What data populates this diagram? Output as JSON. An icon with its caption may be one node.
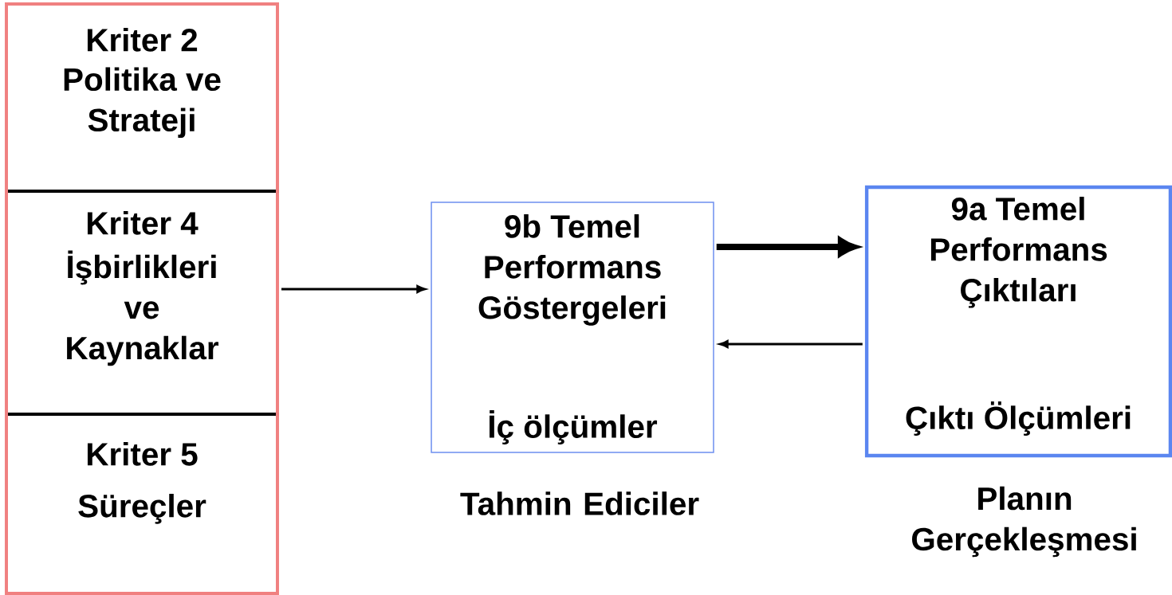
{
  "diagram": {
    "nodes": [
      {
        "text": [],
        "shape": "box"
      },
      {
        "text": [
          "Kriter 2",
          "Politika ve Strateji"
        ],
        "in": 0
      },
      {
        "text": [
          "Kriter 4",
          "İşbirlikleri ve Kaynaklar"
        ],
        "in": 0
      },
      {
        "text": [
          "Kriter 5",
          "Süreçler"
        ],
        "in": 0
      },
      {
        "text": [
          "9b Temel Performans Göstergeleri",
          "İç ölçümler"
        ],
        "beside": [
          "Tahmin Ediciler"
        ]
      },
      {
        "text": [
          "9a Temel Performans Çıktıları",
          "Çıktı Ölçümleri"
        ],
        "beside": [
          "Planın Gerçekleşmesi"
        ]
      }
    ],
    "edges": [
      {
        "from": 0,
        "to": 4,
        "arrow": "to"
      },
      {
        "from": 4,
        "to": 5,
        "arrow": "to",
        "style": "thick"
      },
      {
        "from": 5,
        "to": 4,
        "arrow": "to"
      }
    ]
  }
}
